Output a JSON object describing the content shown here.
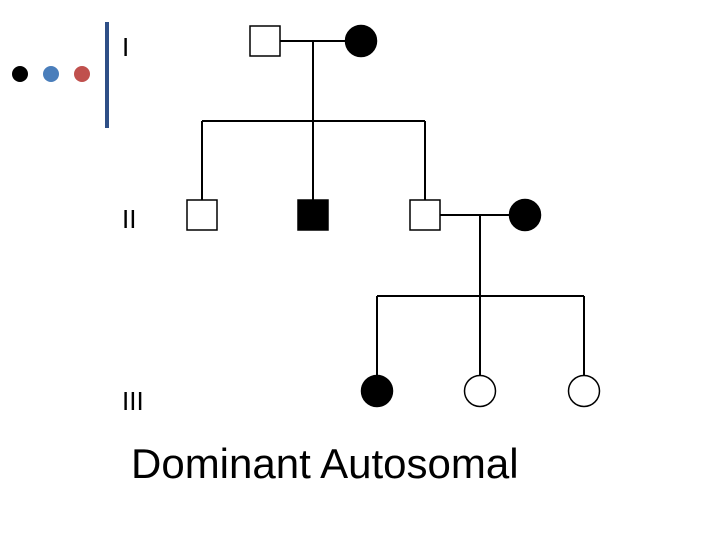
{
  "title": "Dominant Autosomal",
  "generations": [
    {
      "label": "I"
    },
    {
      "label": "II"
    },
    {
      "label": "III"
    }
  ],
  "colors": {
    "affected_fill": "#000000",
    "unaffected_fill": "#ffffff",
    "line": "#000000",
    "accent_bar": "#2e4f86",
    "dot_black": "#000000",
    "dot_blue": "#4a7ebb",
    "dot_red": "#c0504d"
  },
  "individuals": [
    {
      "id": "I-1",
      "generation": "I",
      "sex": "male",
      "affected": false
    },
    {
      "id": "I-2",
      "generation": "I",
      "sex": "female",
      "affected": true
    },
    {
      "id": "II-1",
      "generation": "II",
      "sex": "male",
      "affected": false
    },
    {
      "id": "II-2",
      "generation": "II",
      "sex": "male",
      "affected": true
    },
    {
      "id": "II-3",
      "generation": "II",
      "sex": "male",
      "affected": false
    },
    {
      "id": "II-4",
      "generation": "II",
      "sex": "female",
      "affected": true
    },
    {
      "id": "III-1",
      "generation": "III",
      "sex": "female",
      "affected": true
    },
    {
      "id": "III-2",
      "generation": "III",
      "sex": "female",
      "affected": false
    },
    {
      "id": "III-3",
      "generation": "III",
      "sex": "female",
      "affected": false
    }
  ],
  "matings": [
    {
      "partners": [
        "I-1",
        "I-2"
      ],
      "children": [
        "II-1",
        "II-2",
        "II-3"
      ]
    },
    {
      "partners": [
        "II-3",
        "II-4"
      ],
      "children": [
        "III-1",
        "III-2",
        "III-3"
      ]
    }
  ]
}
